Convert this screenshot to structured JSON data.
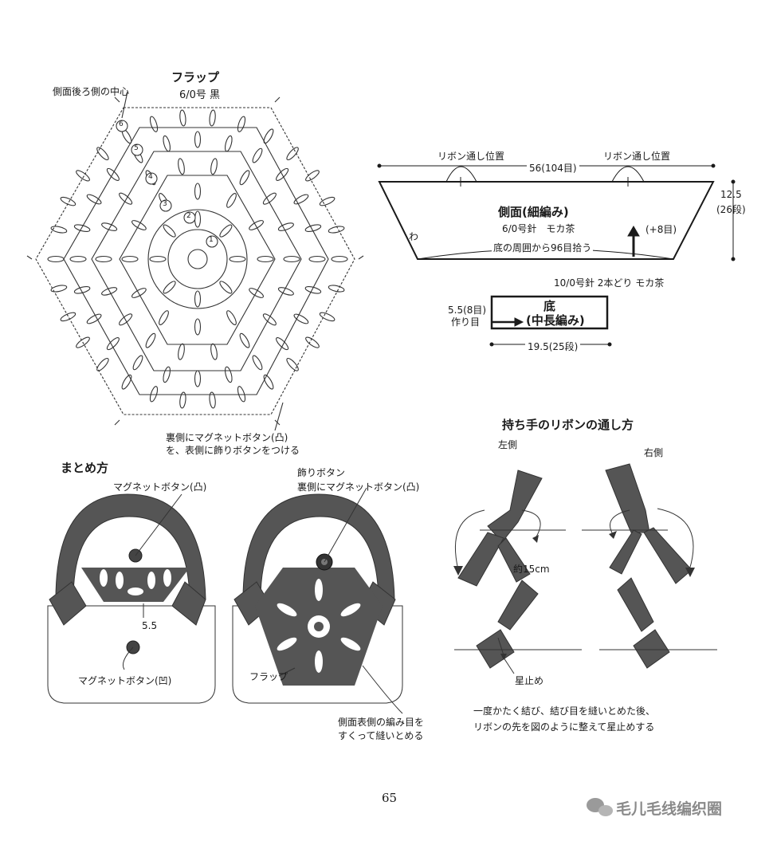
{
  "flap_section": {
    "title": "フラップ",
    "needle_color": "6/0号 黒",
    "back_center_label": "側面後ろ側の中心",
    "round_markers": [
      "1",
      "2",
      "3",
      "4",
      "5",
      "6"
    ],
    "button_note_line1": "裏側にマグネットボタン(凸)",
    "button_note_line2": "を、表側に飾りボタンをつける"
  },
  "side_section": {
    "ribbon_pos_left": "リボン通し位置",
    "ribbon_pos_right": "リボン通し位置",
    "width_label": "56(104目)",
    "title": "側面(細編み)",
    "needle": "6/0号針　モカ茶",
    "increase": "(+8目)",
    "wa": "わ",
    "pickup": "底の周囲から96目拾う",
    "height_value": "12.5",
    "height_rows": "(26段)"
  },
  "bottom_section": {
    "needle": "10/0号針 2本どり モカ茶",
    "title": "底",
    "subtitle": "(中長編み)",
    "left_value": "5.5(8目)",
    "left_note": "作り目",
    "width": "19.5(25段)"
  },
  "assembly_section": {
    "title": "まとめ方",
    "magnet_top_left": "マグネットボタン(凸)",
    "deco_button": "飾りボタン",
    "magnet_back_right": "裏側にマグネットボタン(凸)",
    "dimension": "5.5",
    "magnet_bottom": "マグネットボタン(凹)",
    "flap_label": "フラップ",
    "stitch_note_line1": "側面表側の編み目を",
    "stitch_note_line2": "すくって縫いとめる"
  },
  "ribbon_section": {
    "title": "持ち手のリボンの通し方",
    "left_side": "左側",
    "right_side": "右側",
    "length": "約15cm",
    "star_stitch": "星止め",
    "note_line1": "一度かたく結び、結び目を縫いとめた後、",
    "note_line2": "リボンの先を図のように整えて星止めする"
  },
  "footer": {
    "page_number": "65",
    "watermark": "毛儿毛线编织圈"
  },
  "colors": {
    "ink": "#1a1a1a",
    "fabric": "#555555",
    "line": "#333333"
  }
}
